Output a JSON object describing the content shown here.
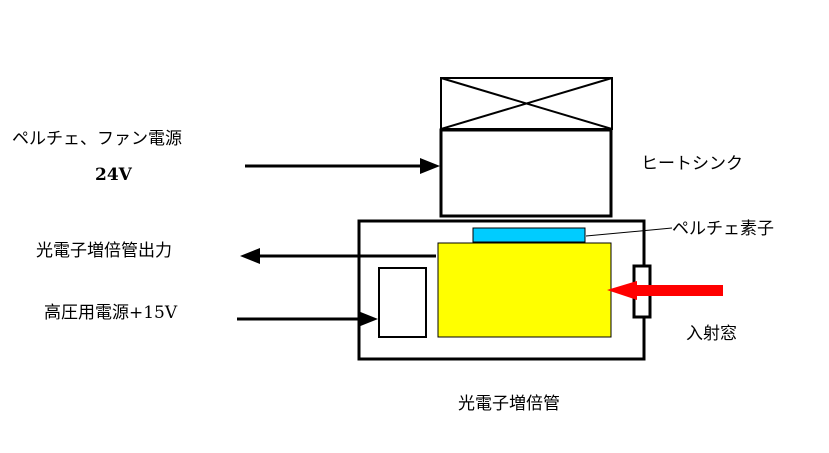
{
  "diagram": {
    "labels": {
      "peltier_fan_power": "ペルチェ、ファン電源",
      "peltier_fan_voltage": "24V",
      "heat_sink": "ヒートシンク",
      "peltier_element": "ペルチェ素子",
      "pmt_output": "光電子増倍管出力",
      "hv_power": "高圧用電源+15V",
      "entrance_window": "入射窓",
      "pmt": "光電子増倍管"
    },
    "colors": {
      "peltier_element": "#00ccff",
      "pmt_tube": "#ffff00",
      "incident_light": "#ff0000",
      "lines": "#000000"
    }
  }
}
